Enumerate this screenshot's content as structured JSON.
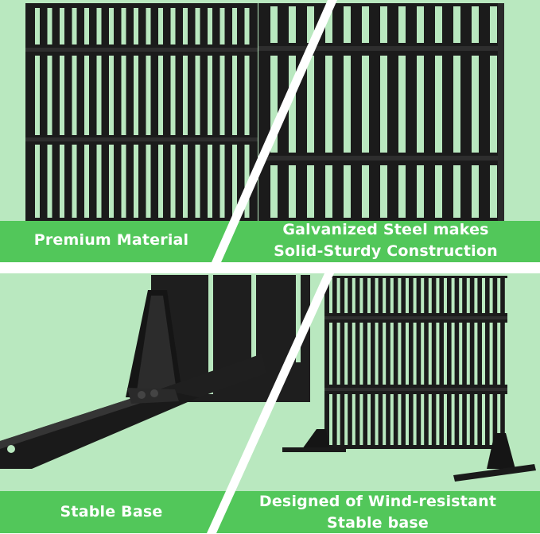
{
  "colors": {
    "background": "#ffffff",
    "panel_bg": "#b9e8bf",
    "panel_bg_light": "#c9efcd",
    "caption_band": "#52c75a",
    "divider": "#ffffff",
    "steel": "#1b1b1b",
    "steel_highlight": "#3a3a3a"
  },
  "panels": [
    {
      "id": "top-left",
      "caption_lines": [
        "Premium Material"
      ]
    },
    {
      "id": "top-right",
      "caption_lines": [
        "Galvanized Steel makes",
        "Solid-Sturdy Construction"
      ]
    },
    {
      "id": "bottom-left",
      "caption_lines": [
        "Stable Base"
      ]
    },
    {
      "id": "bottom-right",
      "caption_lines": [
        "Designed of Wind-resistant",
        "Stable base"
      ]
    }
  ]
}
